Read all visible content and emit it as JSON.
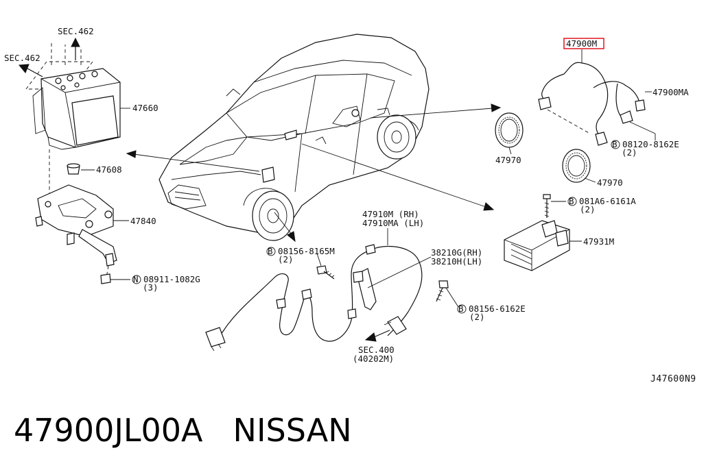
{
  "labels": {
    "sec462_top": "SEC.462",
    "sec462_left": "SEC.462",
    "p47660": "47660",
    "p47608": "47608",
    "p47840": "47840",
    "p08911_line1": "N 08911-1082G",
    "p08911_line2": "(3)",
    "p47900m": "47900M",
    "p47900ma": "47900MA",
    "p08120_line1": "B 08120-8162E",
    "p08120_line2": "(2)",
    "p47970_a": "47970",
    "p47970_b": "47970",
    "p081a6_line1": "B 081A6-6161A",
    "p081a6_line2": "(2)",
    "p47931m": "47931M",
    "p47910_line1": "47910M  (RH)",
    "p47910_line2": "47910MA (LH)",
    "p08156_8165m_line1": "B 08156-8165M",
    "p08156_8165m_line2": "(2)",
    "p38210_line1": "38210G(RH)",
    "p38210_line2": "38210H(LH)",
    "p08156_6162e_line1": "B 08156-6162E",
    "p08156_6162e_line2": "(2)",
    "sec400_line1": "SEC.400",
    "sec400_line2": "(40202M)",
    "diagram_code": "J47600N9"
  },
  "footer": {
    "part_number": "47900JL00A",
    "brand": "NISSAN"
  },
  "highlight_color": "#e0141e"
}
